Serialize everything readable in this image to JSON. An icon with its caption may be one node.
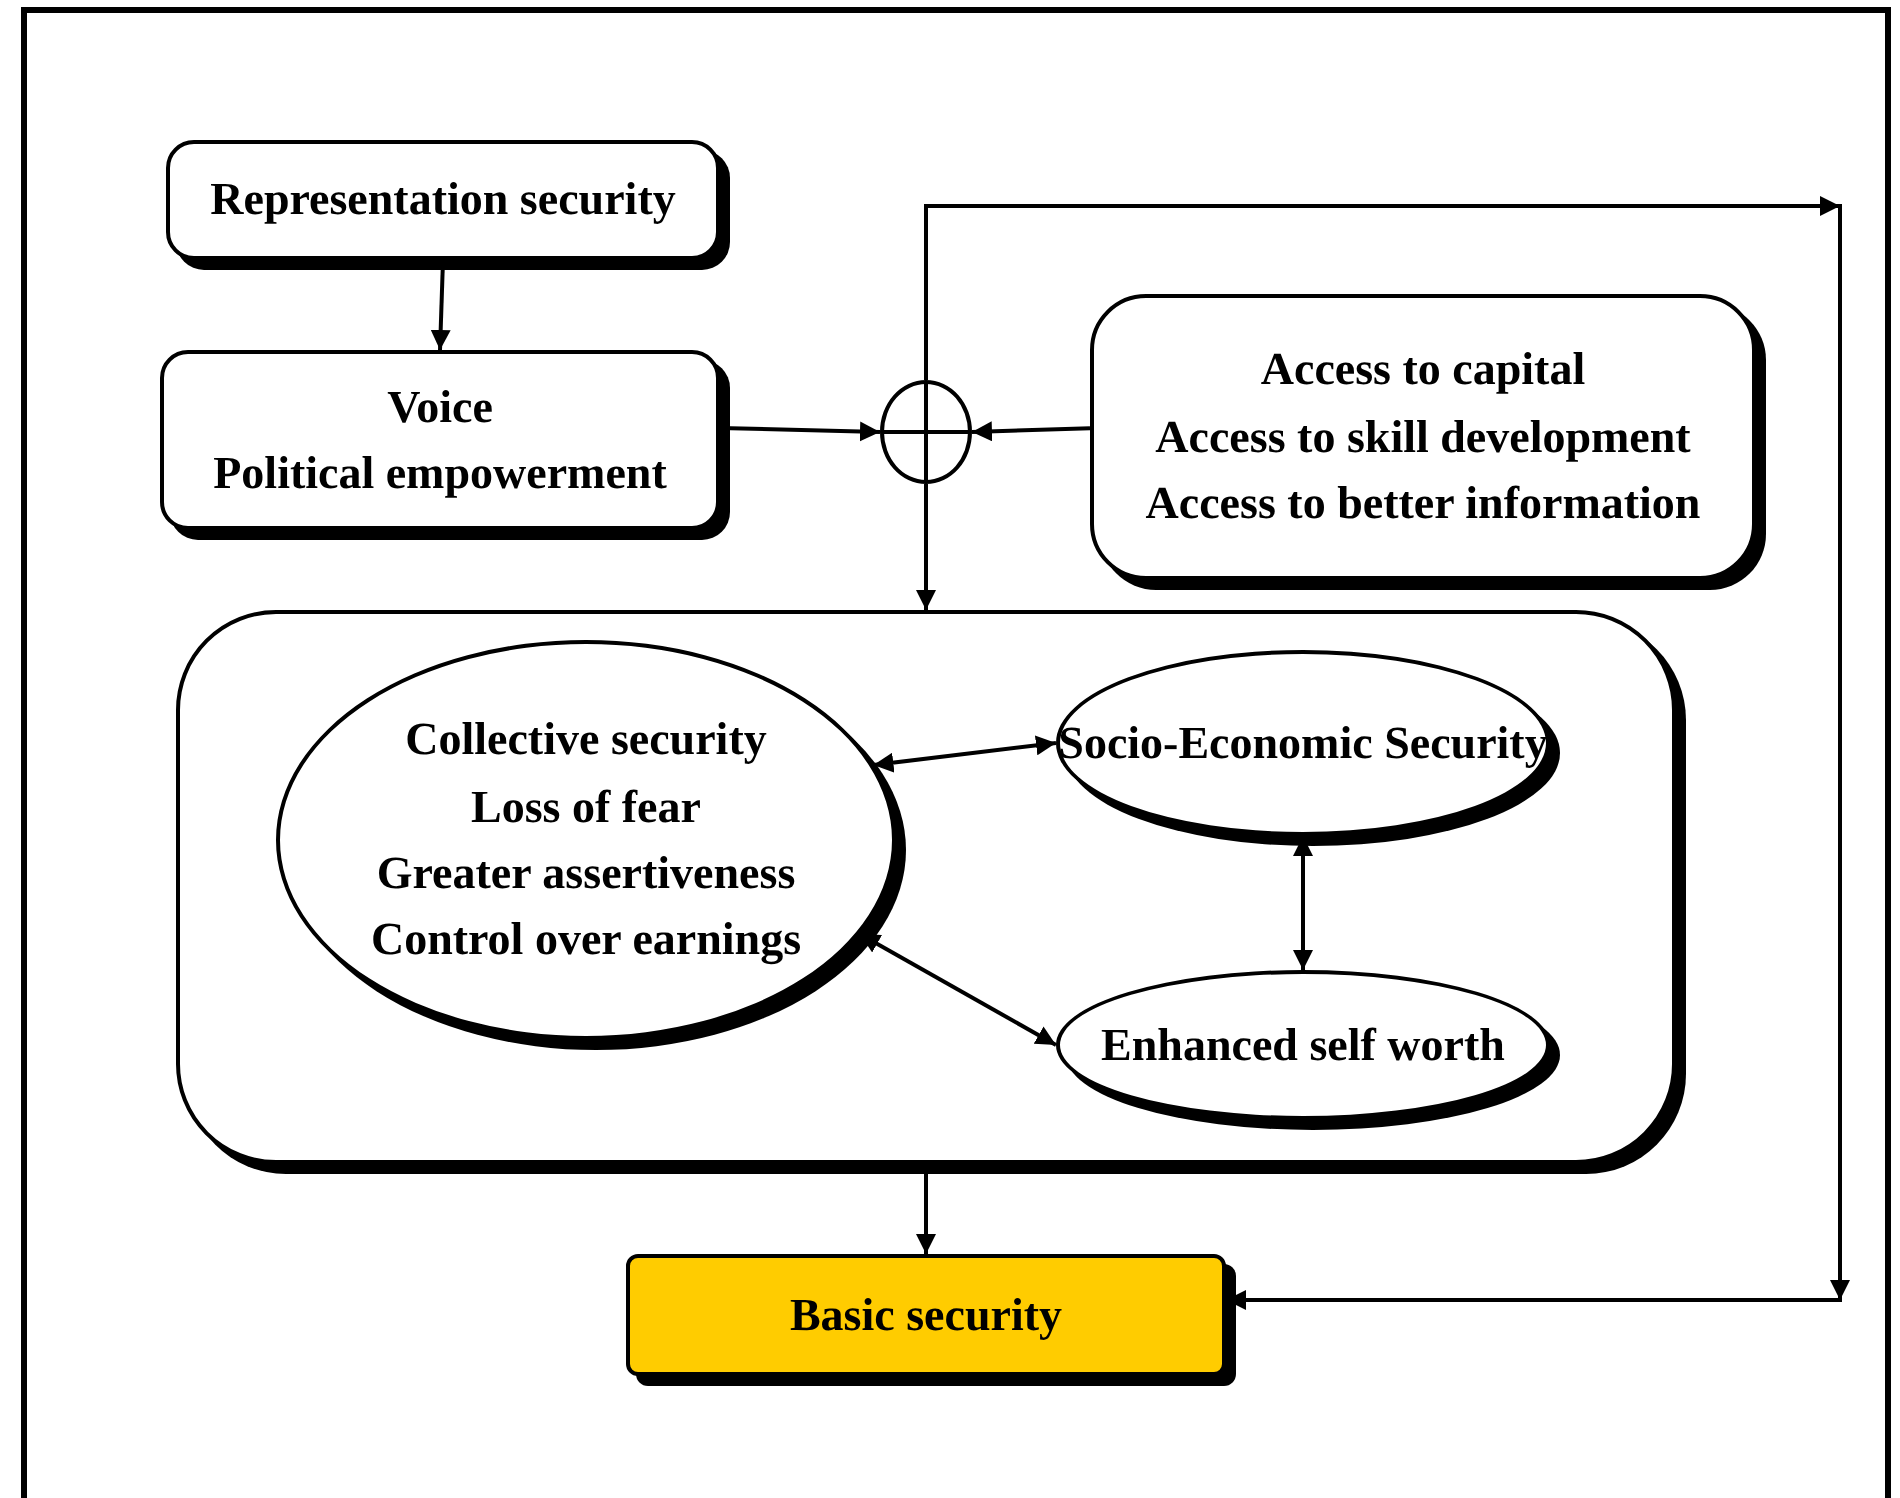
{
  "diagram": {
    "nodes": [
      {
        "text": [
          "Representation security"
        ]
      },
      {
        "text": [
          "Voice",
          "Political empowerment"
        ]
      },
      {
        "text": [],
        "shape": "circle"
      },
      {
        "text": [
          "Access to capital",
          "Access to skill development",
          "Access to better information"
        ]
      },
      {
        "text": [],
        "shape": "box"
      },
      {
        "text": [
          "Collective security",
          "Loss of fear",
          "Greater assertiveness",
          "Control over earnings"
        ],
        "in": 4
      },
      {
        "text": [
          "Socio-Economic Security"
        ],
        "in": 4
      },
      {
        "text": [
          "Enhanced self worth"
        ],
        "in": 4
      },
      {
        "text": [
          "Basic security"
        ]
      }
    ],
    "edges": [
      {
        "from": 0,
        "to": 1,
        "arrow": "to"
      },
      {
        "from": 1,
        "to": 2,
        "arrow": "to"
      },
      {
        "from": 3,
        "to": 2,
        "arrow": "to"
      },
      {
        "from": 2,
        "to": 4,
        "arrow": "to"
      },
      {
        "from": 2,
        "to": 8,
        "arrow": "to"
      },
      {
        "from": 4,
        "to": 8,
        "arrow": "to"
      },
      {
        "from": 5,
        "to": 6,
        "arrow": "both"
      },
      {
        "from": 5,
        "to": 7,
        "arrow": "both"
      },
      {
        "from": 6,
        "to": 7,
        "arrow": "both"
      }
    ]
  }
}
